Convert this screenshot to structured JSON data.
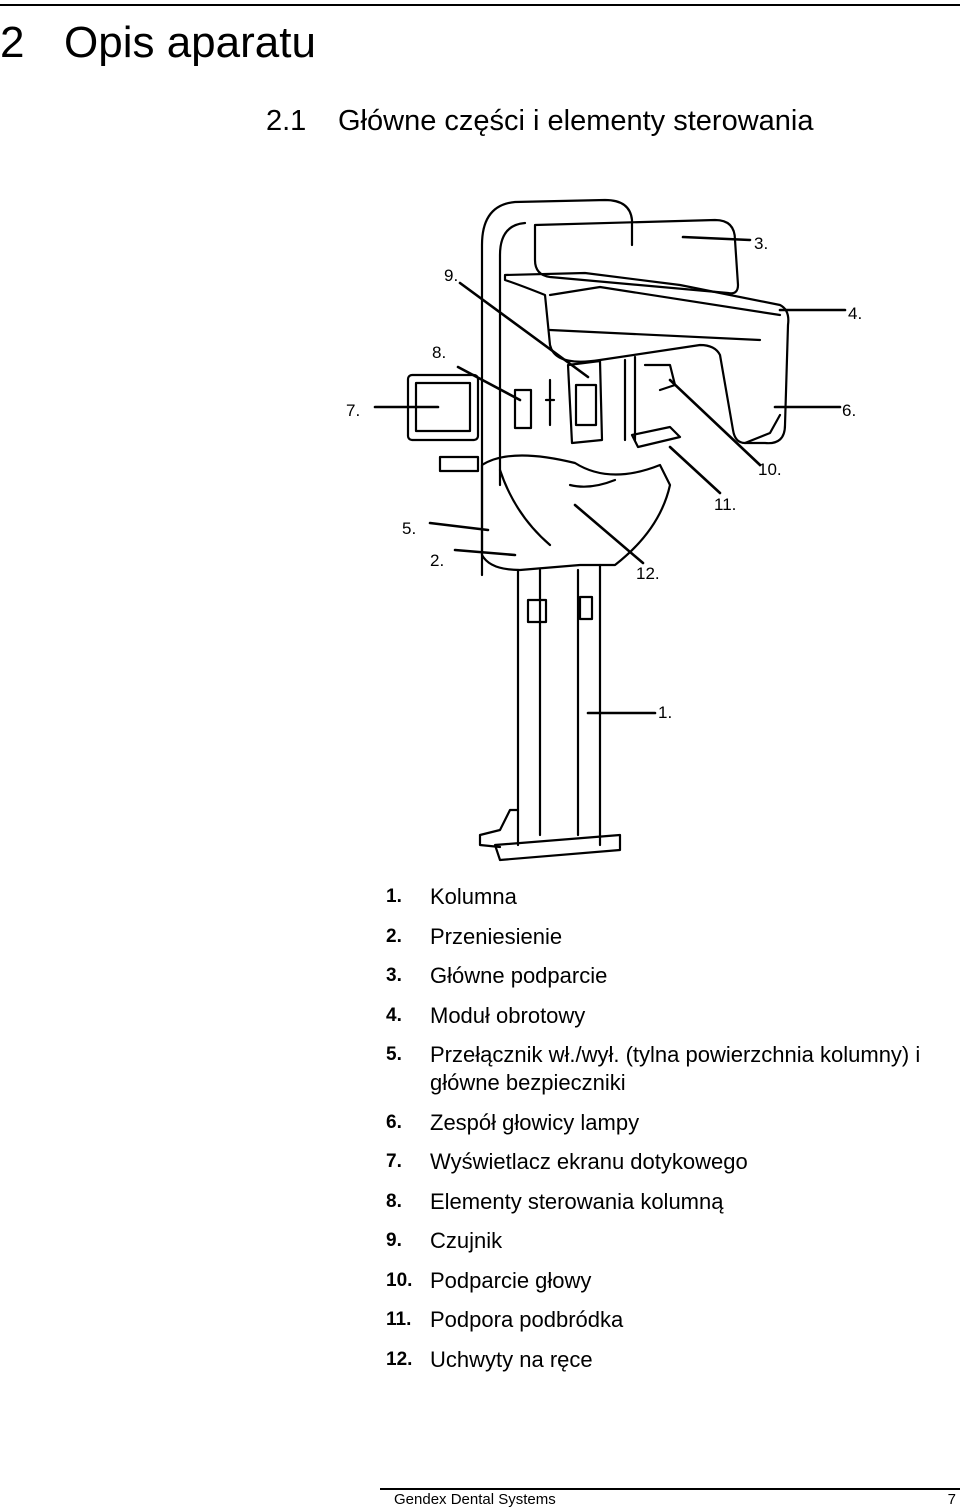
{
  "chapter": {
    "number": "2",
    "title": "Opis aparatu"
  },
  "section": {
    "number": "2.1",
    "title": "Główne części i elementy sterowania"
  },
  "figure": {
    "callouts": [
      "1.",
      "2.",
      "3.",
      "4.",
      "5.",
      "6.",
      "7.",
      "8.",
      "9.",
      "10.",
      "11.",
      "12."
    ]
  },
  "legend": [
    {
      "num": "1.",
      "text": "Kolumna"
    },
    {
      "num": "2.",
      "text": "Przeniesienie"
    },
    {
      "num": "3.",
      "text": "Główne podparcie"
    },
    {
      "num": "4.",
      "text": "Moduł obrotowy"
    },
    {
      "num": "5.",
      "text": "Przełącznik wł./wył. (tylna powierzchnia kolumny) i główne bezpieczniki"
    },
    {
      "num": "6.",
      "text": "Zespół głowicy lampy"
    },
    {
      "num": "7.",
      "text": "Wyświetlacz ekranu dotykowego"
    },
    {
      "num": "8.",
      "text": "Elementy sterowania kolumną"
    },
    {
      "num": "9.",
      "text": "Czujnik"
    },
    {
      "num": "10.",
      "text": "Podparcie głowy"
    },
    {
      "num": "11.",
      "text": "Podpora podbródka"
    },
    {
      "num": "12.",
      "text": "Uchwyty na ręce"
    }
  ],
  "footer": {
    "left": "Gendex Dental Systems",
    "page": "7"
  }
}
